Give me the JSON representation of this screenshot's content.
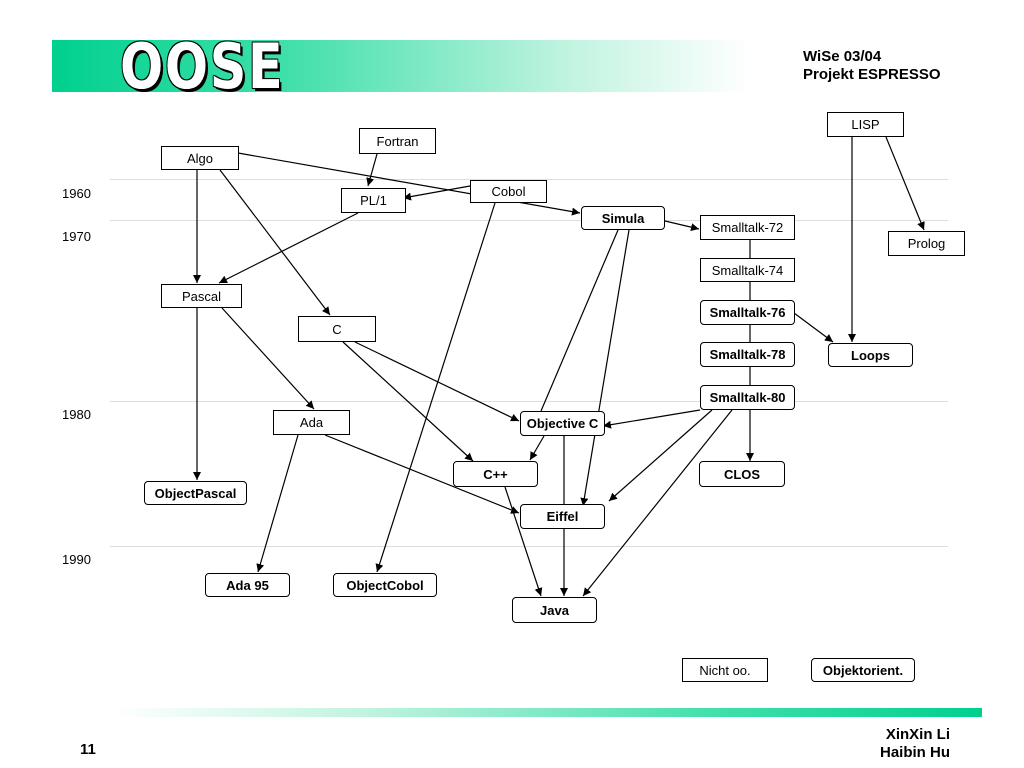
{
  "header": {
    "logo": "OOSE",
    "semester": "WiSe 03/04",
    "project": "Projekt ESPRESSO"
  },
  "years": [
    "1960",
    "1970",
    "1980",
    "1990"
  ],
  "nodes": {
    "algo": "Algo",
    "fortran": "Fortran",
    "pl1": "PL/1",
    "cobol": "Cobol",
    "lisp": "LISP",
    "prolog": "Prolog",
    "simula": "Simula",
    "smalltalk72": "Smalltalk-72",
    "smalltalk74": "Smalltalk-74",
    "smalltalk76": "Smalltalk-76",
    "smalltalk78": "Smalltalk-78",
    "smalltalk80": "Smalltalk-80",
    "pascal": "Pascal",
    "c": "C",
    "ada": "Ada",
    "objective_c": "Objective C",
    "cpp": "C++",
    "eiffel": "Eiffel",
    "clos": "CLOS",
    "loops": "Loops",
    "objectpascal": "ObjectPascal",
    "ada95": "Ada 95",
    "objectcobol": "ObjectCobol",
    "java": "Java"
  },
  "legend": {
    "non_oo": "Nicht oo.",
    "oo": "Objektorient."
  },
  "footer": {
    "page": "11",
    "author1": "XinXin Li",
    "author2": "Haibin Hu"
  }
}
